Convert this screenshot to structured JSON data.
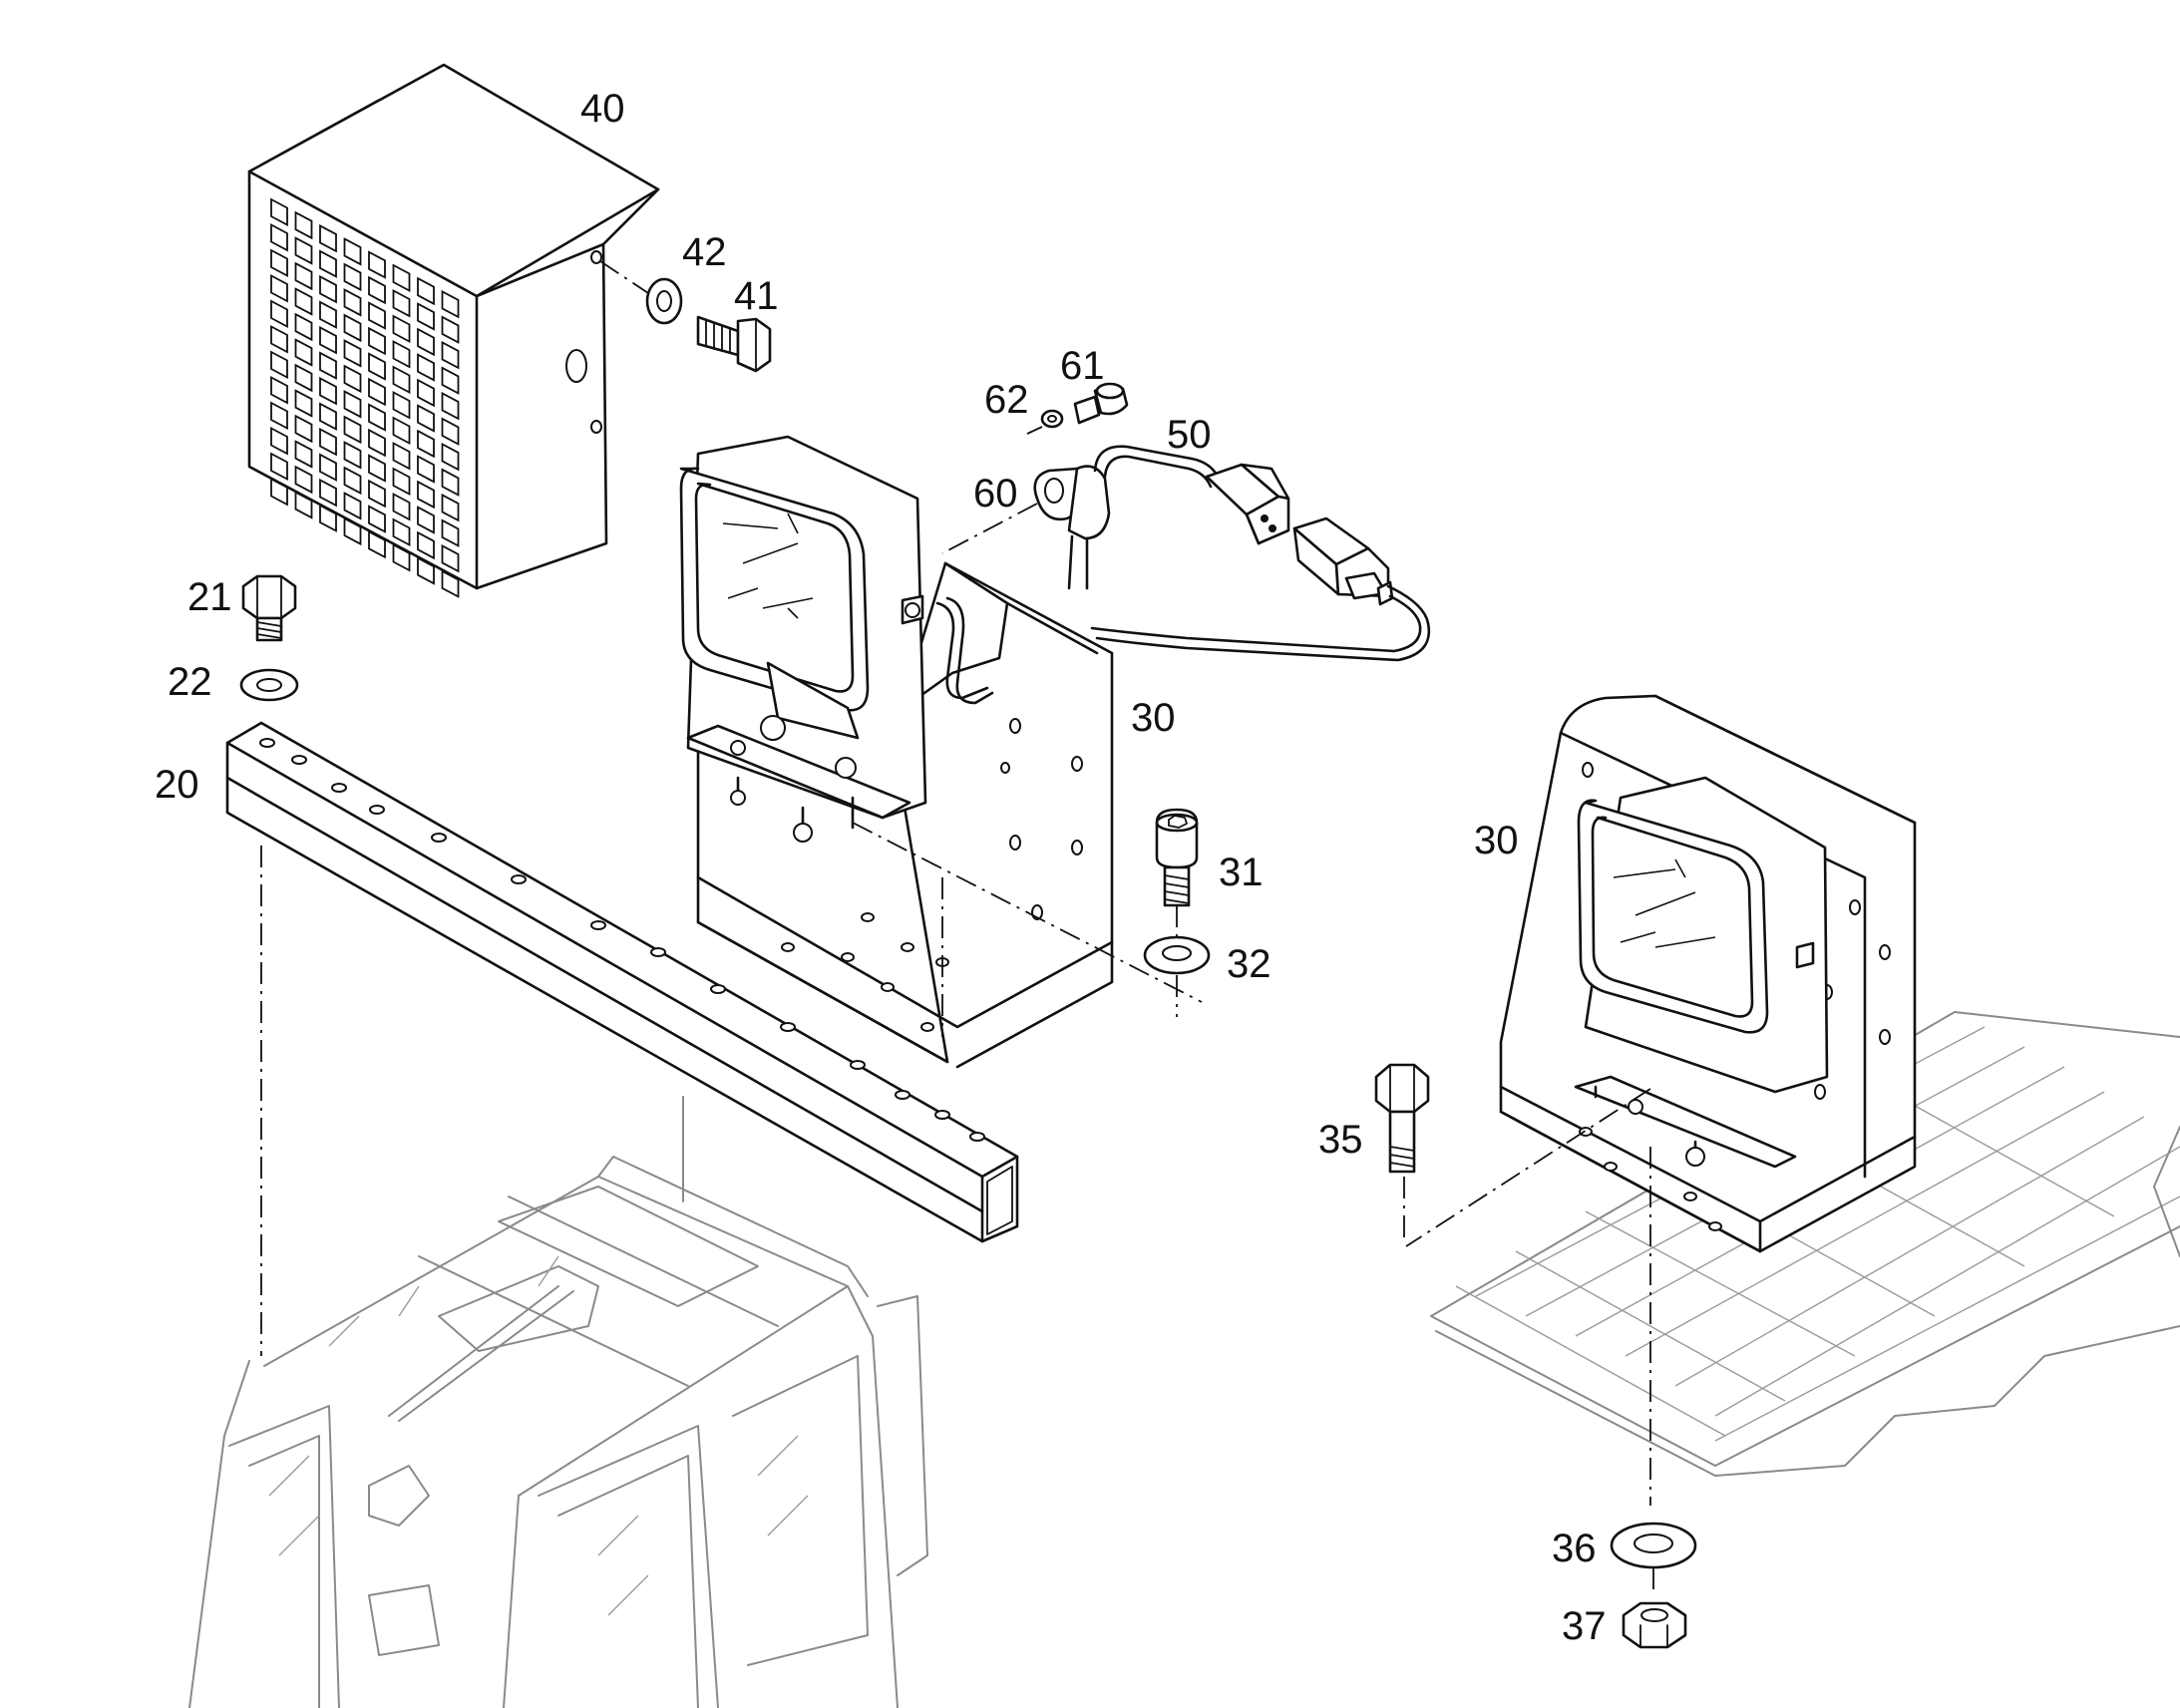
{
  "labels": {
    "p40": "40",
    "p42": "42",
    "p41": "41",
    "p61": "61",
    "p62": "62",
    "p50": "50",
    "p60": "60",
    "p21": "21",
    "p22": "22",
    "p20": "20",
    "p30a": "30",
    "p30b": "30",
    "p31": "31",
    "p32": "32",
    "p35": "35",
    "p36": "36",
    "p37": "37"
  },
  "colors": {
    "line": "#111111",
    "background_parts": "#8a8a8a",
    "paper": "#ffffff"
  }
}
